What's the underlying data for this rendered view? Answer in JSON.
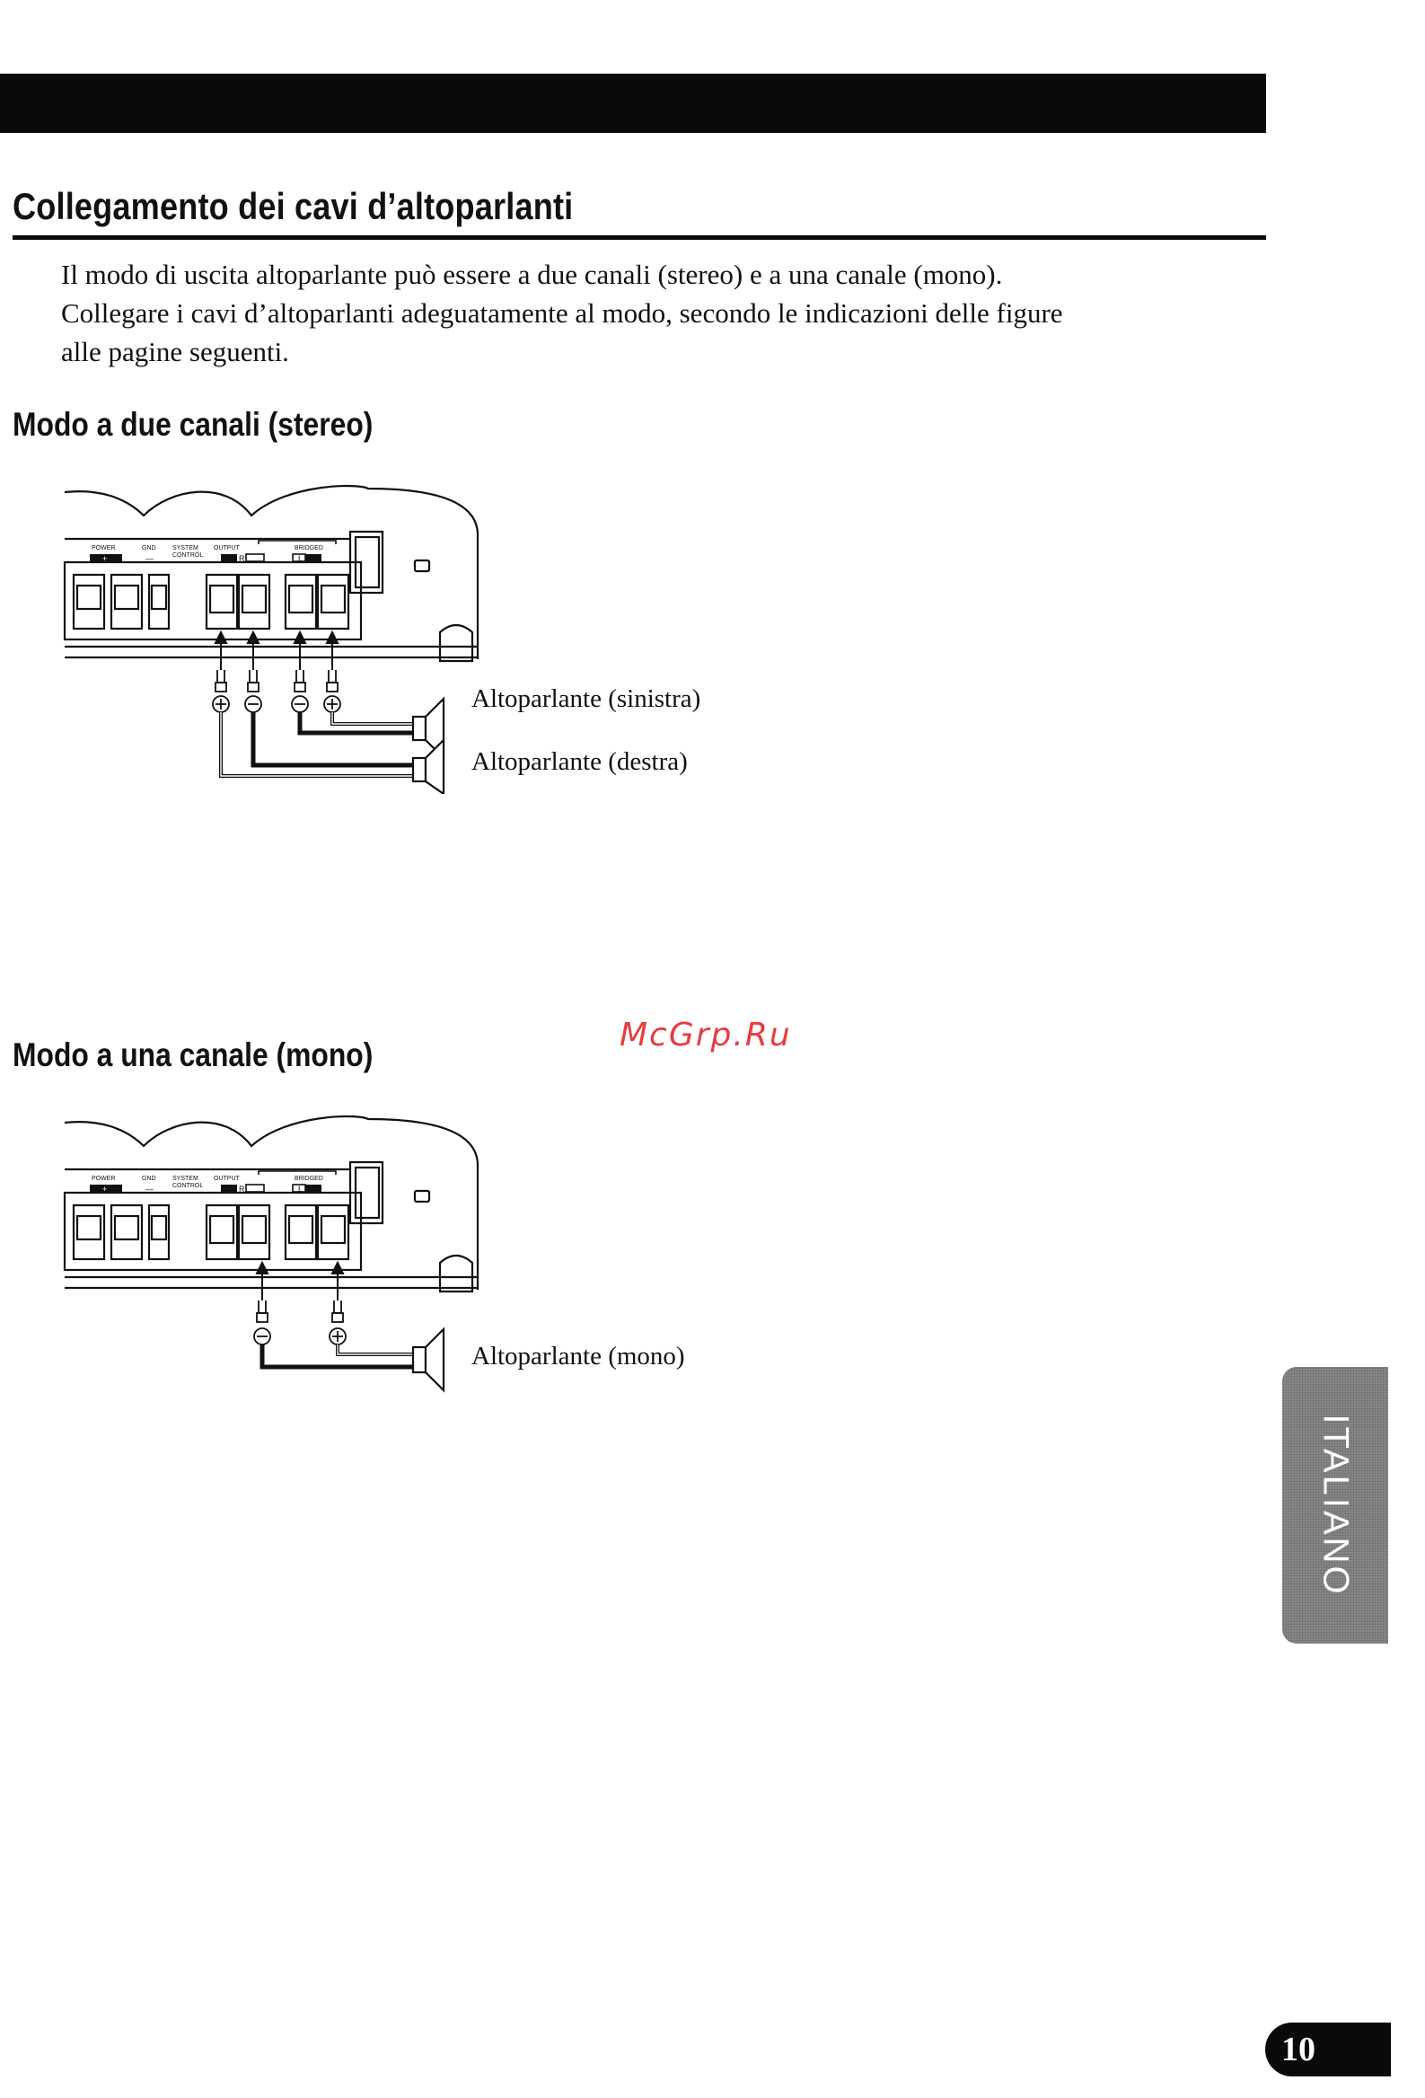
{
  "page": {
    "title": "Collegamento dei cavi d’altoparlanti",
    "intro_lines": [
      "Il modo di uscita altoparlante può essere a due canali (stereo) e a una canale (mono).",
      "Collegare i cavi d’altoparlanti adeguatamente al modo, secondo le indicazioni delle figure",
      "alle pagine seguenti."
    ],
    "section_stereo": "Modo a due canali (stereo)",
    "section_mono": "Modo a una canale (mono)",
    "watermark": "McGrp.Ru",
    "side_tab": "ITALIANO",
    "page_number": "10"
  },
  "panel_labels": {
    "power": "POWER",
    "gnd": "GND",
    "system": "SYSTEM",
    "control": "CONTROL",
    "output": "OUTPUT",
    "bridged": "BRIDGED",
    "plus": "+",
    "minus": "—",
    "r": "R",
    "l": "L"
  },
  "labels": {
    "spk_left": "Altoparlante (sinistra)",
    "spk_right": "Altoparlante (destra)",
    "spk_mono": "Altoparlante (mono)"
  }
}
